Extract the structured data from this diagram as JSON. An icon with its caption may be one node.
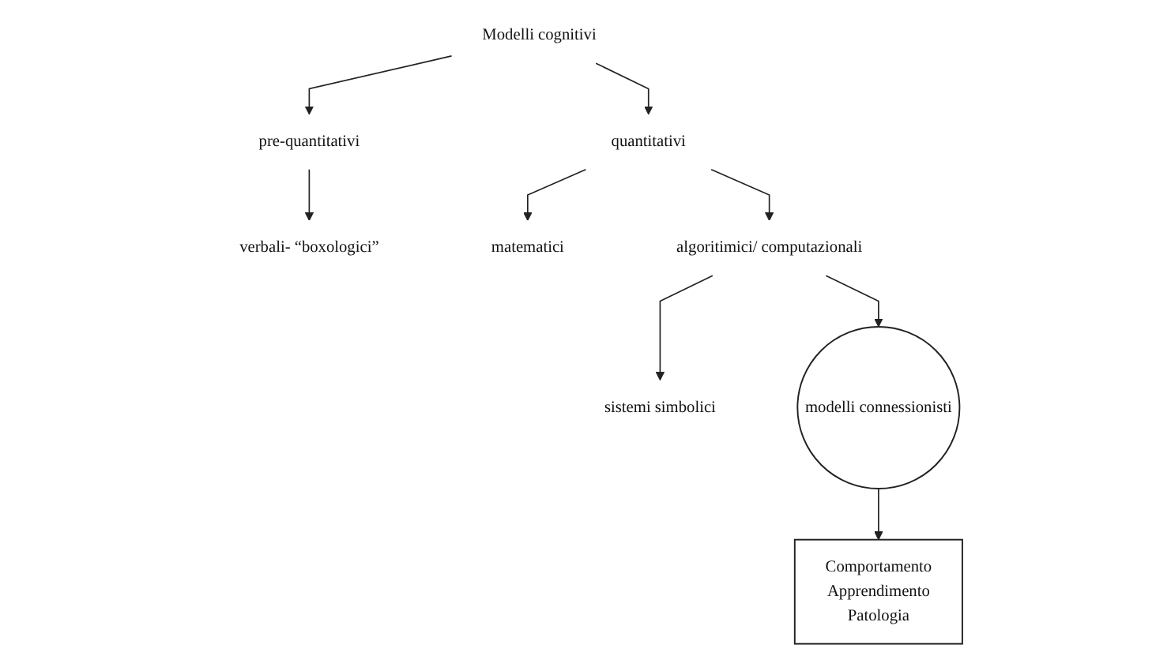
{
  "diagram": {
    "nodes": [
      {
        "text": [
          "Modelli cognitivi"
        ]
      },
      {
        "text": [
          "pre-quantitativi"
        ]
      },
      {
        "text": [
          "quantitativi"
        ]
      },
      {
        "text": [
          "verbali- “boxologici”"
        ]
      },
      {
        "text": [
          "matematici"
        ]
      },
      {
        "text": [
          "algoritimici/ computazionali"
        ]
      },
      {
        "text": [
          "sistemi simbolici"
        ]
      },
      {
        "text": [
          "modelli connessionisti"
        ]
      },
      {
        "text": [
          "Comportamento",
          "Apprendimento",
          "Patologia"
        ]
      }
    ],
    "edges": [
      {
        "from": 0,
        "to": 1,
        "arrow": "to"
      },
      {
        "from": 0,
        "to": 2,
        "arrow": "to"
      },
      {
        "from": 1,
        "to": 3,
        "arrow": "to"
      },
      {
        "from": 2,
        "to": 4,
        "arrow": "to"
      },
      {
        "from": 2,
        "to": 5,
        "arrow": "to"
      },
      {
        "from": 5,
        "to": 6,
        "arrow": "to"
      },
      {
        "from": 5,
        "to": 7,
        "arrow": "to"
      },
      {
        "from": 7,
        "to": 8,
        "arrow": "to"
      }
    ]
  }
}
